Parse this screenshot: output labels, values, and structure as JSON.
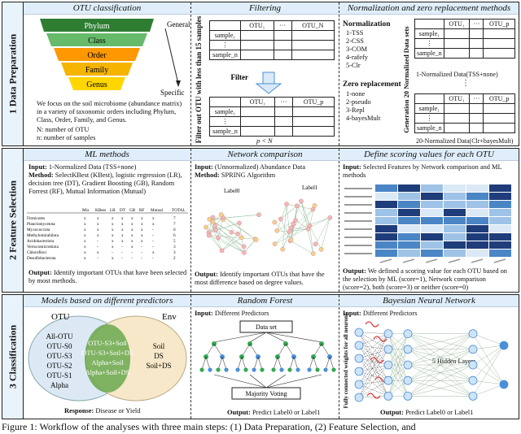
{
  "rows": {
    "r1": "1 Data Preparation",
    "r2": "2 Feature Selection",
    "r3": "3 Classification"
  },
  "otu_classification": {
    "title": "OTU classification",
    "levels": [
      "Phylum",
      "Class",
      "Order",
      "Family",
      "Genus"
    ],
    "general": "General",
    "specific": "Specific",
    "description": "We focus on the soil microbiome (abundance matrix) in a variety of taxonomic orders including Phylum, Class, Order, Family, and Genus.",
    "n_label": "N: number of OTU",
    "nsamp_label": "n: number of samples"
  },
  "filtering": {
    "title": "Filtering",
    "side": "Filter out OTU with less than 15 samples",
    "cols_top": [
      "OTU₁",
      "···",
      "OTU_N"
    ],
    "rows_top": [
      "sample₁",
      "⋮",
      "sample_n"
    ],
    "filter_label": "Filter",
    "cols_bot": [
      "OTU₁",
      "···",
      "OTU_p"
    ],
    "rows_bot": [
      "sample₁",
      "⋮",
      "sample_n"
    ],
    "p_lt_n": "p < N"
  },
  "normalization": {
    "title": "Normalization and zero replacement methods",
    "norm_head": "Normalization",
    "norm_items": [
      "1-TSS",
      "2-CSS",
      "3-COM",
      "4-rafefy",
      "5-Clr"
    ],
    "zero_head": "Zero replacement",
    "zero_items": [
      "1-none",
      "2-pseudo",
      "3-Repl",
      "4-bayesMult"
    ],
    "side": "Generation 20 Normalized Data sets",
    "cols": [
      "OTU₁",
      "···",
      "OTU_p"
    ],
    "rows": [
      "sample₁",
      "⋮",
      "sample_n"
    ],
    "cap1": "1-Normalized Data(TSS+none)",
    "cap20": "20-Normalized Data(Clr+bayesMult)"
  },
  "ml_methods": {
    "title": "ML methods",
    "input_label": "Input:",
    "input": "1-Normalized Data (TSS+none)",
    "method_label": "Method:",
    "method": "SelectKBest (KBest), logistic regression (LR), decision tree (DT), Gradient Boosting (GB), Random Forrest (RF), Mutual Information (Mutual)",
    "table_head": [
      "",
      "Mix",
      "KBest",
      "LR",
      "DT",
      "GB",
      "RF",
      "Mutual",
      "TOTAL"
    ],
    "table_rows": [
      [
        "Firmicutes",
        "x",
        "x",
        "x",
        "x",
        "x",
        "x",
        "x",
        "7"
      ],
      [
        "Planctomycetota",
        "x",
        "x",
        "x",
        "x",
        "x",
        "x",
        "x",
        "7"
      ],
      [
        "Myxococcota",
        "x",
        "x",
        "x",
        "x",
        "x",
        "x",
        "-",
        "6"
      ],
      [
        "Methylomirabilota",
        "x",
        "x",
        "x",
        "x",
        "x",
        "x",
        "-",
        "6"
      ],
      [
        "Acidobacteriota",
        "x",
        "-",
        "x",
        "x",
        "x",
        "x",
        "-",
        "5"
      ],
      [
        "Verrucomicrobiota",
        "x",
        "-",
        "x",
        "-",
        "x",
        "-",
        "-",
        "3"
      ],
      [
        "Chloroflexi",
        "x",
        "x",
        "-",
        "-",
        "-",
        "-",
        "x",
        "3"
      ],
      [
        "Desulfobacterota",
        "x",
        "-",
        "x",
        "-",
        "-",
        "-",
        "-",
        "2"
      ]
    ],
    "output_label": "Output:",
    "output": "Identify important OTUs that have been selected by most methods."
  },
  "network": {
    "title": "Network comparison",
    "input_label": "Input:",
    "input": "(Unnormalized) Abundance Data",
    "method_label": "Method:",
    "method": "SPRING Algorithm",
    "label0": "Label0",
    "label1": "Label1",
    "output_label": "Output:",
    "output": "Identify important OTUs that have the most difference based on degree values."
  },
  "scoring": {
    "title": "Define scoring values for each OTU",
    "input_label": "Input:",
    "input": "Selected Features by Network comparison and ML methods",
    "output_label": "Output:",
    "output": "We defined a scoring value for each OTU based on the selection by ML (score=1), Network comparison (score=2), both (score=3) or neither (score=0)"
  },
  "models": {
    "title": "Models based on different predictors",
    "otu": "OTU",
    "env": "Env",
    "left_items": [
      "All-OTU",
      "OTU-S0",
      "OTU-S3",
      "OTU-S2",
      "OTU-S1",
      "Alpha"
    ],
    "mid_items": [
      "OTU-S3+Soil",
      "OTU-S3+Soil+DS",
      "Alpha+Soil",
      "Alpha+Soil+DS"
    ],
    "right_items": [
      "Soil",
      "DS",
      "Soil+DS"
    ],
    "response_label": "Response:",
    "response": "Disease or Yield"
  },
  "random_forest": {
    "title": "Random Forest",
    "input_label": "Input:",
    "input": "Different Predictors",
    "dataset": "Data set",
    "voting": "Majority Voting",
    "output_label": "Output:",
    "output": "Predict Label0 or Label1"
  },
  "bnn": {
    "title": "Bayesian Neural Network",
    "input_label": "Input:",
    "input": "Different Predictors",
    "side": "Fully connected weights for all neurons",
    "hidden": "5 Hidden Layers",
    "output_label": "Output:",
    "output": "Predict Label0 or Label1"
  },
  "caption": "Figure 1: Workflow of the analyses with three main steps: (1) Data Preparation, (2) Feature Selection, and",
  "colors": {
    "funnel": [
      "#2e7d32",
      "#66bb6a",
      "#ff9800",
      "#f4b400",
      "#ffd600"
    ],
    "venn_left": "#dce9f5",
    "venn_right": "#f6e8c8",
    "venn_overlap": "#6aa84f",
    "node_blue": "#4a90d9",
    "node_green": "#34a853",
    "heat_dark": "#1f3d7a",
    "heat_light": "#dbe9f6"
  }
}
